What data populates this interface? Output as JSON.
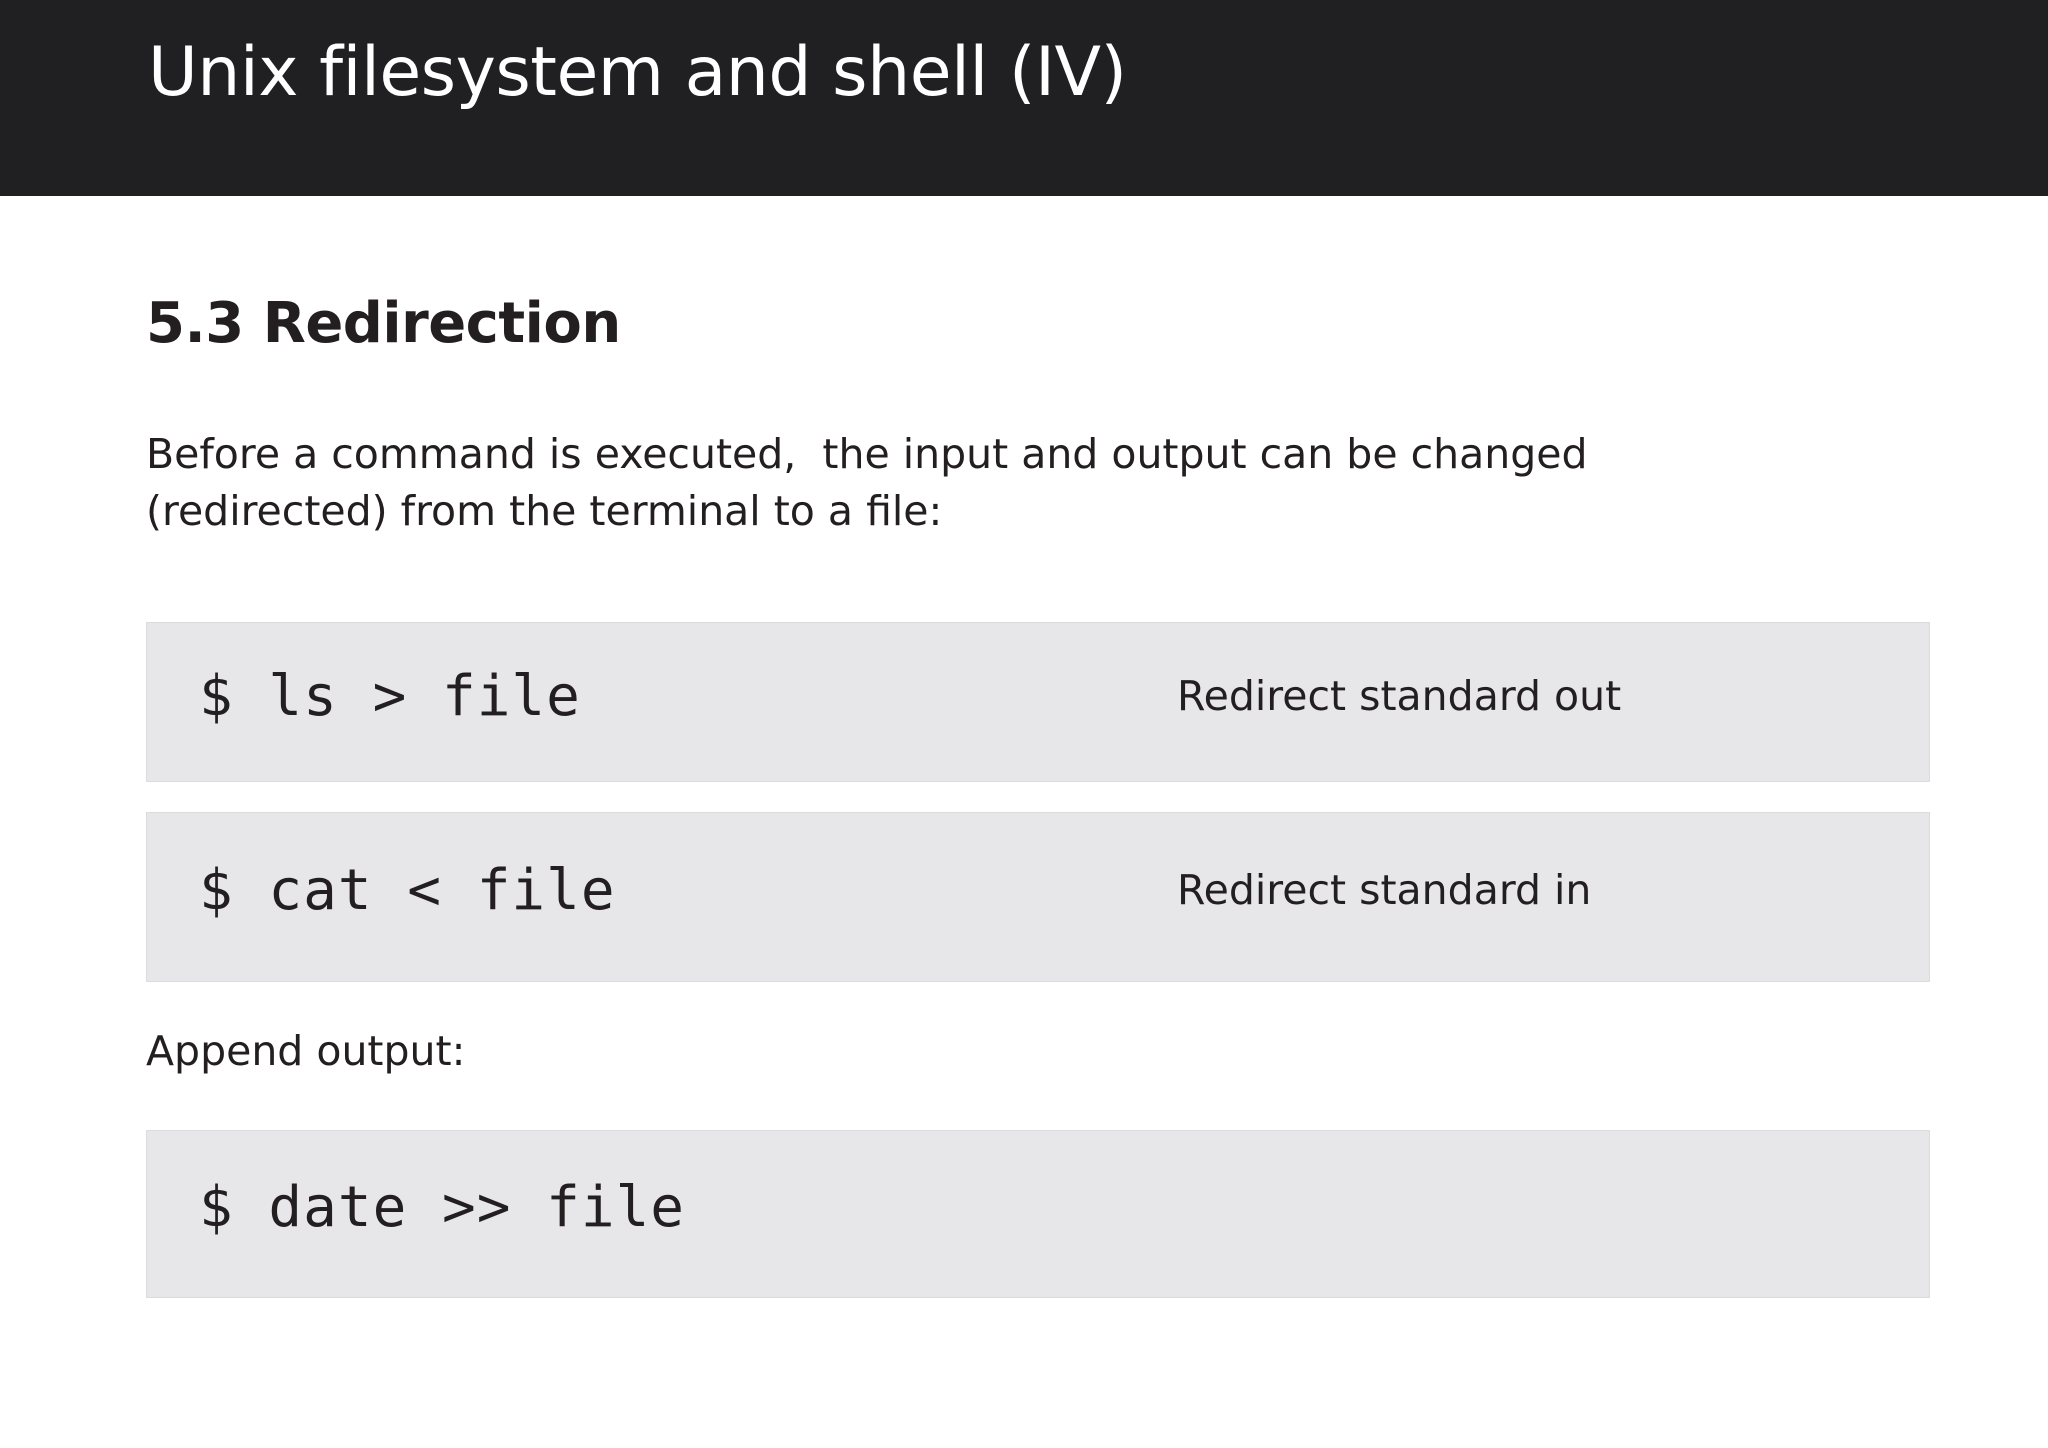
{
  "header": {
    "title": "Unix filesystem and shell (IV)",
    "background_color": "#201f22",
    "text_color": "#ffffff"
  },
  "content": {
    "section_heading": "5.3 Redirection",
    "intro_paragraph": "Before a command is executed,  the input and output can be changed\n(redirected) from the terminal to a file:",
    "append_label": "Append output:",
    "code_block_background": "#e7e7e9",
    "code_blocks": [
      {
        "command": "$ ls > file",
        "note": "Redirect standard out"
      },
      {
        "command": "$ cat < file",
        "note": "Redirect standard in"
      },
      {
        "command": "$ date >> file",
        "note": ""
      }
    ]
  }
}
